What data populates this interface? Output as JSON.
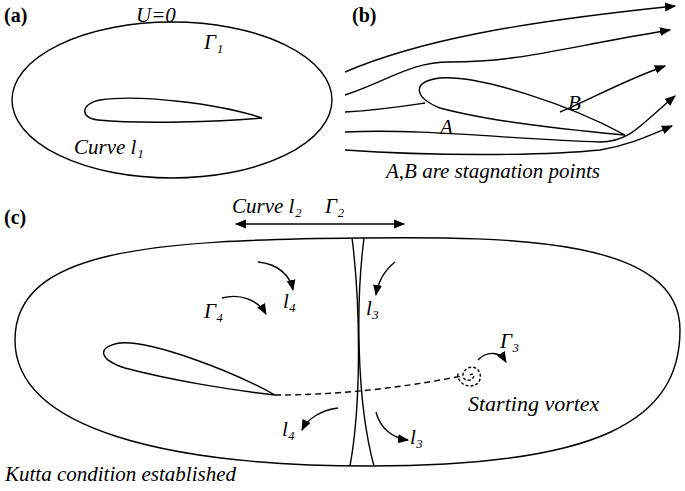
{
  "diagram": {
    "labels": [
      "(a)",
      "U=0",
      "Γ₁",
      "Curve l₁",
      "(b)",
      "B",
      "A",
      "A,B are stagnation points",
      "(c)",
      "Curve l₂",
      "Γ₂",
      "l₄",
      "l₃",
      "Γ₄",
      "Γ₃",
      "l₄",
      "l₃",
      "Starting vortex",
      "Kutta condition established"
    ]
  }
}
